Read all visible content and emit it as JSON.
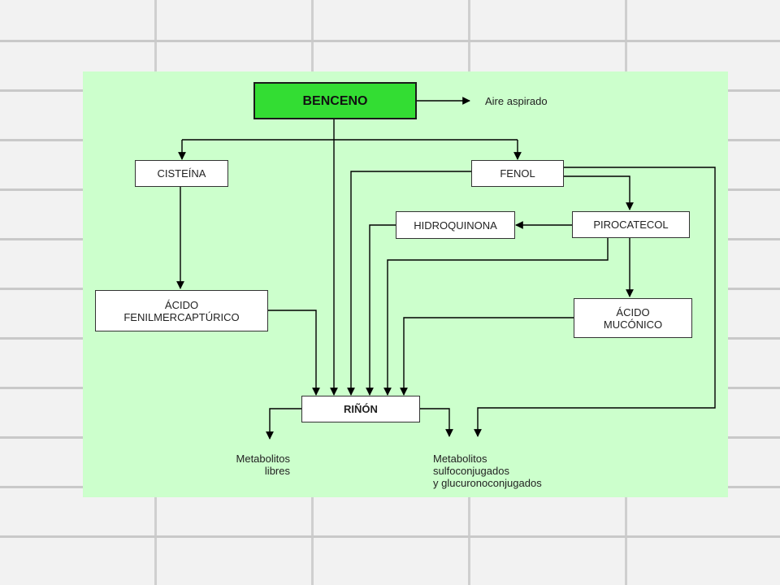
{
  "nodes": {
    "benceno": "BENCENO",
    "cisteina": "CISTEÍNA",
    "fenol": "FENOL",
    "hidroquinona": "HIDROQUINONA",
    "pirocatecol": "PIROCATECOL",
    "acido_fenilmercapturico": "ÁCIDO\nFENILMERCAPTÚRICO",
    "acido_muconico": "ÁCIDO\nMUCÓNICO",
    "rinon": "RIÑÓN"
  },
  "outputs": {
    "aire_aspirado": "Aire aspirado",
    "metabolitos_libres": "Metabolitos\nlibres",
    "metabolitos_conjugados": "Metabolitos\nsulfoconjugados\ny glucuronoconjugados"
  },
  "colors": {
    "slide_bg": "#ccffcc",
    "main_node": "#33dd33",
    "wall": "#e6e6e6"
  }
}
